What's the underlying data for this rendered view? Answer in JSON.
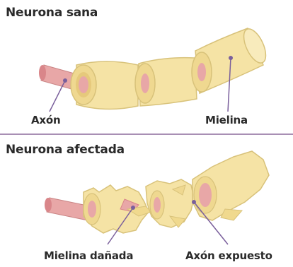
{
  "sections": {
    "healthy": {
      "title": "Neurona sana",
      "axon_label": "Axón",
      "myelin_label": "Mielina"
    },
    "affected": {
      "title": "Neurona afectada",
      "damaged_myelin_label": "Mielina dañada",
      "exposed_axon_label": "Axón expuesto"
    }
  },
  "colors": {
    "myelin": "#f5e3a5",
    "myelin_shadow": "#d8c27a",
    "axon": "#e8a7a7",
    "axon_inner": "#d9868a",
    "pointer": "#7a5f9c",
    "divider": "#a88fb4"
  }
}
